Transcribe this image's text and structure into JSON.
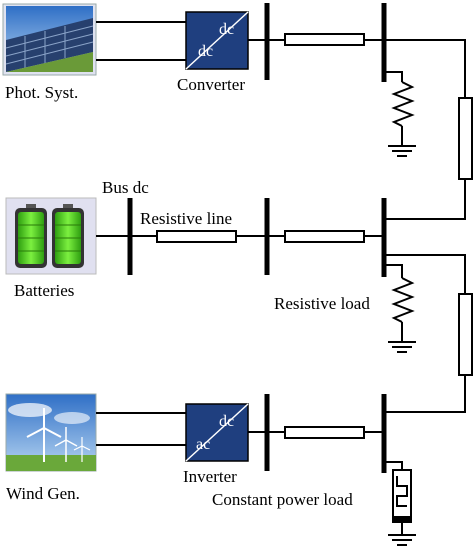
{
  "sources": {
    "pv_label": "Phot. Syst.",
    "battery_label": "Batteries",
    "wind_label": "Wind Gen."
  },
  "converter": {
    "label": "Converter",
    "top_text": "dc",
    "bottom_text": "dc"
  },
  "inverter": {
    "label": "Inverter",
    "top_text": "dc",
    "bottom_text": "ac"
  },
  "bus_dc_label": "Bus dc",
  "resistive_line_label": "Resistive line",
  "resistive_load_label": "Resistive load",
  "constant_power_load_label": "Constant power load",
  "colors": {
    "converter_fill": "#1f3f7f",
    "battery_green": "#55dd22",
    "photo_bg": "#e0e0f0"
  }
}
